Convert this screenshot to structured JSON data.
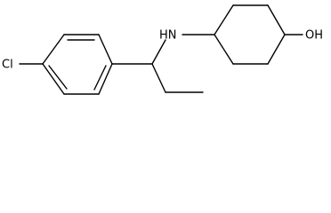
{
  "diagram": {
    "type": "chemical-structure",
    "atom_labels": {
      "chlorine": "Cl",
      "amine": "HN",
      "hydroxyl": "OH"
    },
    "colors": {
      "background": "#ffffff",
      "ink": "#000000"
    }
  }
}
